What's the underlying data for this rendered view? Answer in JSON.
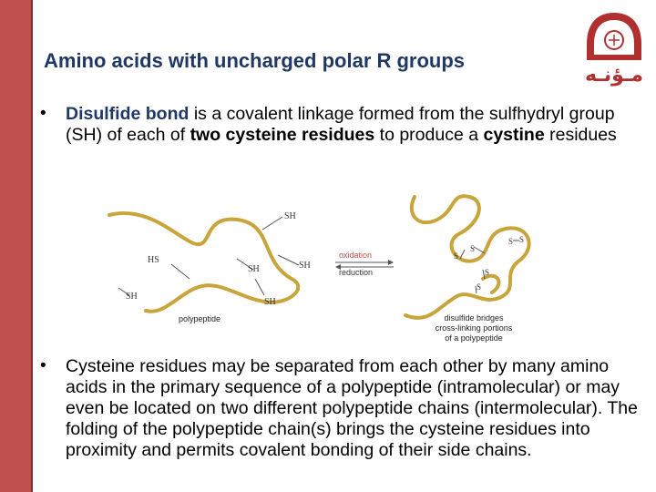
{
  "header": {
    "title": "Amino acids with uncharged polar R groups",
    "logo_text": "مـؤنـه"
  },
  "bullet1": {
    "bullet": "•",
    "term": "Disulfide bond",
    "text_a": " is a covalent linkage formed from the sulfhydryl group (SH) of each of ",
    "bold_a": "two cysteine residues",
    "text_b": " to produce a ",
    "bold_b": "cystine",
    "text_c": " residues"
  },
  "figure": {
    "left_labels": {
      "sh_top": "SH",
      "hs_left": "HS",
      "sh_mid": "SH",
      "sh_right": "SH",
      "sh_bottom_left": "SH",
      "sh_bottom": "SH"
    },
    "left_caption": "polypeptide",
    "arrow_top": "oxidation",
    "arrow_bottom": "reduction",
    "right_labels": {
      "s1": "S",
      "s2": "S",
      "s3": "S",
      "s4": "S",
      "s5": "S",
      "s6": "S"
    },
    "right_caption_1": "disulfide bridges",
    "right_caption_2": "cross-linking portions",
    "right_caption_3": "of a polypeptide"
  },
  "bullet2": {
    "bullet": "•",
    "text": "Cysteine residues may be separated from each other by many amino acids in the primary sequence of a polypeptide (intramolecular) or may even be located on two different polypeptide chains (intermolecular). The folding of the polypeptide chain(s) brings the cysteine residues into proximity and permits covalent bonding of their side chains."
  },
  "colors": {
    "side_bar": "#c0504d",
    "title": "#1f3864",
    "strand": "#c8a43a",
    "arrow_label": "#c0504d"
  }
}
